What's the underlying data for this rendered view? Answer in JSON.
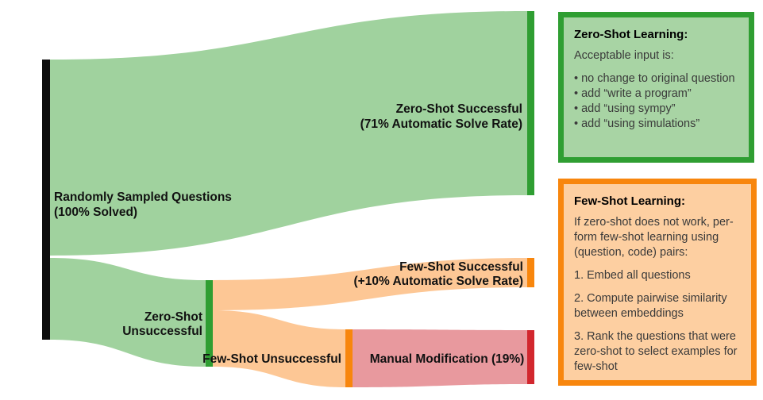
{
  "sankey": {
    "labels": {
      "source_1": "Randomly Sampled Questions",
      "source_2": "(100% Solved)",
      "zs_success_1": "Zero-Shot Successful",
      "zs_success_2": "(71% Automatic Solve Rate)",
      "zs_unsuccess_1": "Zero-Shot",
      "zs_unsuccess_2": "Unsuccessful",
      "fs_success_1": "Few-Shot Successful",
      "fs_success_2": "(+10% Automatic Solve Rate)",
      "fs_unsuccess": "Few-Shot Unsuccessful",
      "manual": "Manual Modification (19%)"
    },
    "colors": {
      "flow_green": "#a0d29e",
      "node_green": "#2f9e32",
      "flow_orange": "#fdc795",
      "node_orange": "#f8860d",
      "flow_pink": "#e8999e",
      "node_red": "#d2272e",
      "node_black": "#0d0d0d"
    }
  },
  "zero_shot_box": {
    "title": "Zero-Shot Learning:",
    "intro": "Acceptable input is:",
    "bullets": [
      "• no change to original question",
      "• add “write a program”",
      "• add “using sympy”",
      "• add “using simulations”"
    ],
    "accent_color": "#2f9e32"
  },
  "few_shot_box": {
    "title": "Few-Shot Learning:",
    "paragraphs": [
      "If zero-shot does not work, per-\nform few-shot learning using\n(question, code) pairs:",
      "1. Embed all questions",
      "2. Compute pairwise similarity\nbetween embeddings",
      "3. Rank the questions that were\nzero-shot to select examples for\nfew-shot"
    ],
    "accent_color": "#f8860d"
  }
}
